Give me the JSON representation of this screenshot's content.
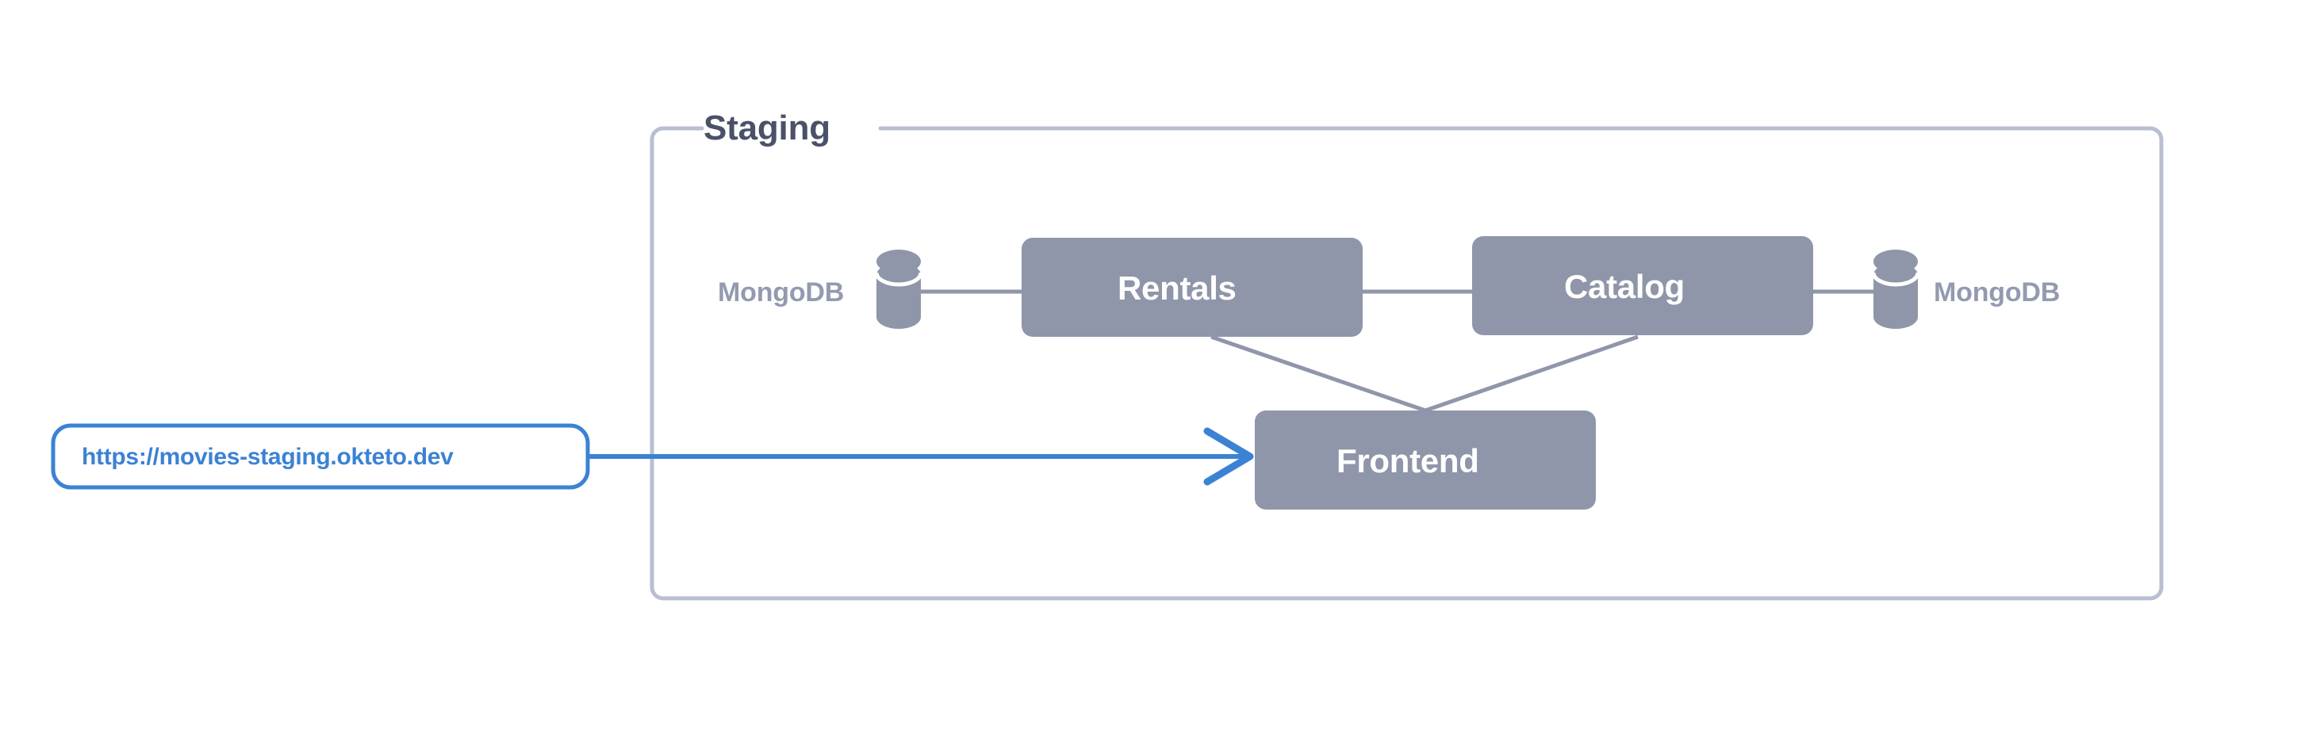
{
  "diagram": {
    "type": "architecture-diagram",
    "background_color": "#ffffff",
    "group": {
      "title": "Staging",
      "title_color": "#4a5168",
      "border_color": "#b9bfd1"
    },
    "palette": {
      "node_fill": "#8f96a9",
      "node_text": "#ffffff",
      "connector": "#8f96a9",
      "database_fill": "#8f96a9",
      "database_label": "#939ab0",
      "accent_blue": "#3b82d4",
      "group_border": "#b9bfd1"
    },
    "nodes": [
      {
        "id": "rentals",
        "label": "Rentals",
        "type": "service"
      },
      {
        "id": "catalog",
        "label": "Catalog",
        "type": "service"
      },
      {
        "id": "frontend",
        "label": "Frontend",
        "type": "service"
      }
    ],
    "databases": [
      {
        "id": "mongodb-left",
        "label": "MongoDB",
        "type": "database",
        "label_side": "left"
      },
      {
        "id": "mongodb-right",
        "label": "MongoDB",
        "type": "database",
        "label_side": "right"
      }
    ],
    "endpoint": {
      "url": "https://movies-staging.okteto.dev",
      "border_color": "#3b82d4",
      "text_color": "#3b82d4",
      "arrow_color": "#3b82d4",
      "arrow_target": "frontend"
    },
    "connections": [
      {
        "from": "mongodb-left",
        "to": "rentals",
        "style": "solid",
        "color": "#8f96a9"
      },
      {
        "from": "rentals",
        "to": "catalog",
        "style": "solid",
        "color": "#8f96a9"
      },
      {
        "from": "catalog",
        "to": "mongodb-right",
        "style": "solid",
        "color": "#8f96a9"
      },
      {
        "from": "rentals",
        "to": "frontend",
        "style": "solid",
        "color": "#8f96a9"
      },
      {
        "from": "catalog",
        "to": "frontend",
        "style": "solid",
        "color": "#8f96a9"
      },
      {
        "from": "endpoint",
        "to": "frontend",
        "style": "arrow",
        "color": "#3b82d4"
      }
    ]
  }
}
